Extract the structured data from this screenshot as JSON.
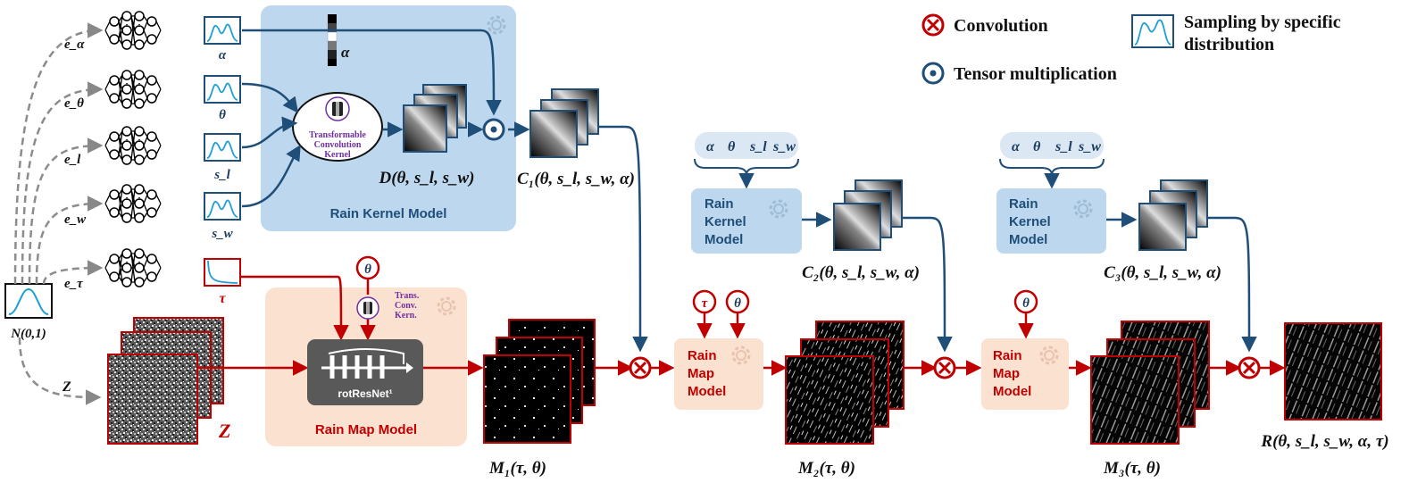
{
  "legend": {
    "convolution": "Convolution",
    "tensor_mult": "Tensor multiplication",
    "sampling_line1": "Sampling by specific",
    "sampling_line2": "distribution"
  },
  "noise": {
    "label": "N(0,1)"
  },
  "latent_edges": [
    "e_α",
    "e_θ",
    "e_l",
    "e_w",
    "e_τ",
    "Z"
  ],
  "distribution_labels": [
    "α",
    "θ",
    "s_l",
    "s_w",
    "τ"
  ],
  "alpha_bar_label": "α",
  "kernel_module": {
    "line1": "Transformable",
    "line2": "Convolution",
    "line3": "Kernel"
  },
  "rain_kernel_model": {
    "title": "Rain Kernel Model",
    "short_lines": [
      "Rain",
      "Kernel",
      "Model"
    ],
    "params": [
      "α",
      "θ",
      "s_l",
      "s_w"
    ]
  },
  "rain_map_model": {
    "title": "Rain Map Model",
    "short_lines": [
      "Rain",
      "Map",
      "Model"
    ],
    "rotresnet": "rotResNet¹",
    "trans_conv": [
      "Trans.",
      "Conv.",
      "Kern."
    ]
  },
  "inputs": {
    "theta": "θ",
    "tau": "τ",
    "z_stack": "Z"
  },
  "outputs": {
    "D": "D(θ, s_l, s_w)",
    "C1": "C₁(θ, s_l, s_w, α)",
    "C2": "C₂(θ, s_l, s_w, α)",
    "C3": "C₃(θ, s_l, s_w, α)",
    "M1": "M₁(τ, θ)",
    "M2": "M₂(τ, θ)",
    "M3": "M₃(τ, θ)",
    "R": "R(θ, s_l, s_w, α, τ)"
  }
}
